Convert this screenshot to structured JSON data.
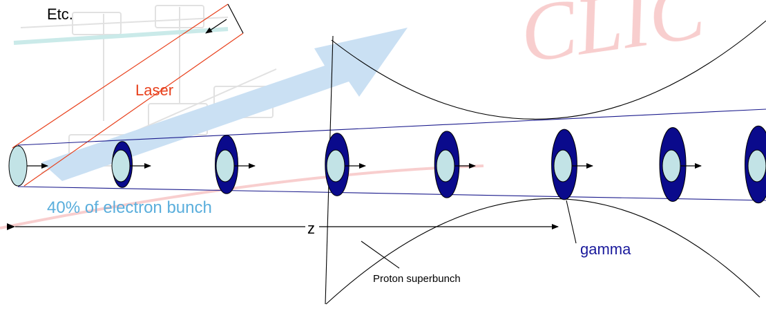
{
  "labels": {
    "etc": "Etc.",
    "laser": "Laser",
    "electron_bunch": "40% of electron bunch",
    "z": "z",
    "gamma": "gamma",
    "proton_superbunch": "Proton superbunch"
  },
  "watermark": {
    "text": "CLIC"
  },
  "colors": {
    "laser": "#e8401c",
    "electron_label": "#5aaedc",
    "gamma_label": "#1a1a9c",
    "bunch_fill": "#c2e3e6",
    "gamma_fill": "#0a0a8c",
    "beam_line": "#1a1a8c",
    "watermark": "#f3a7a7",
    "watermark_arrow": "#9fc7ea"
  },
  "bunches": [
    {
      "gamma_size": 0
    },
    {
      "gamma_size": 0.45
    },
    {
      "gamma_size": 0.65
    },
    {
      "gamma_size": 0.72
    },
    {
      "gamma_size": 0.78
    },
    {
      "gamma_size": 0.84
    },
    {
      "gamma_size": 0.9
    },
    {
      "gamma_size": 0.95
    }
  ]
}
